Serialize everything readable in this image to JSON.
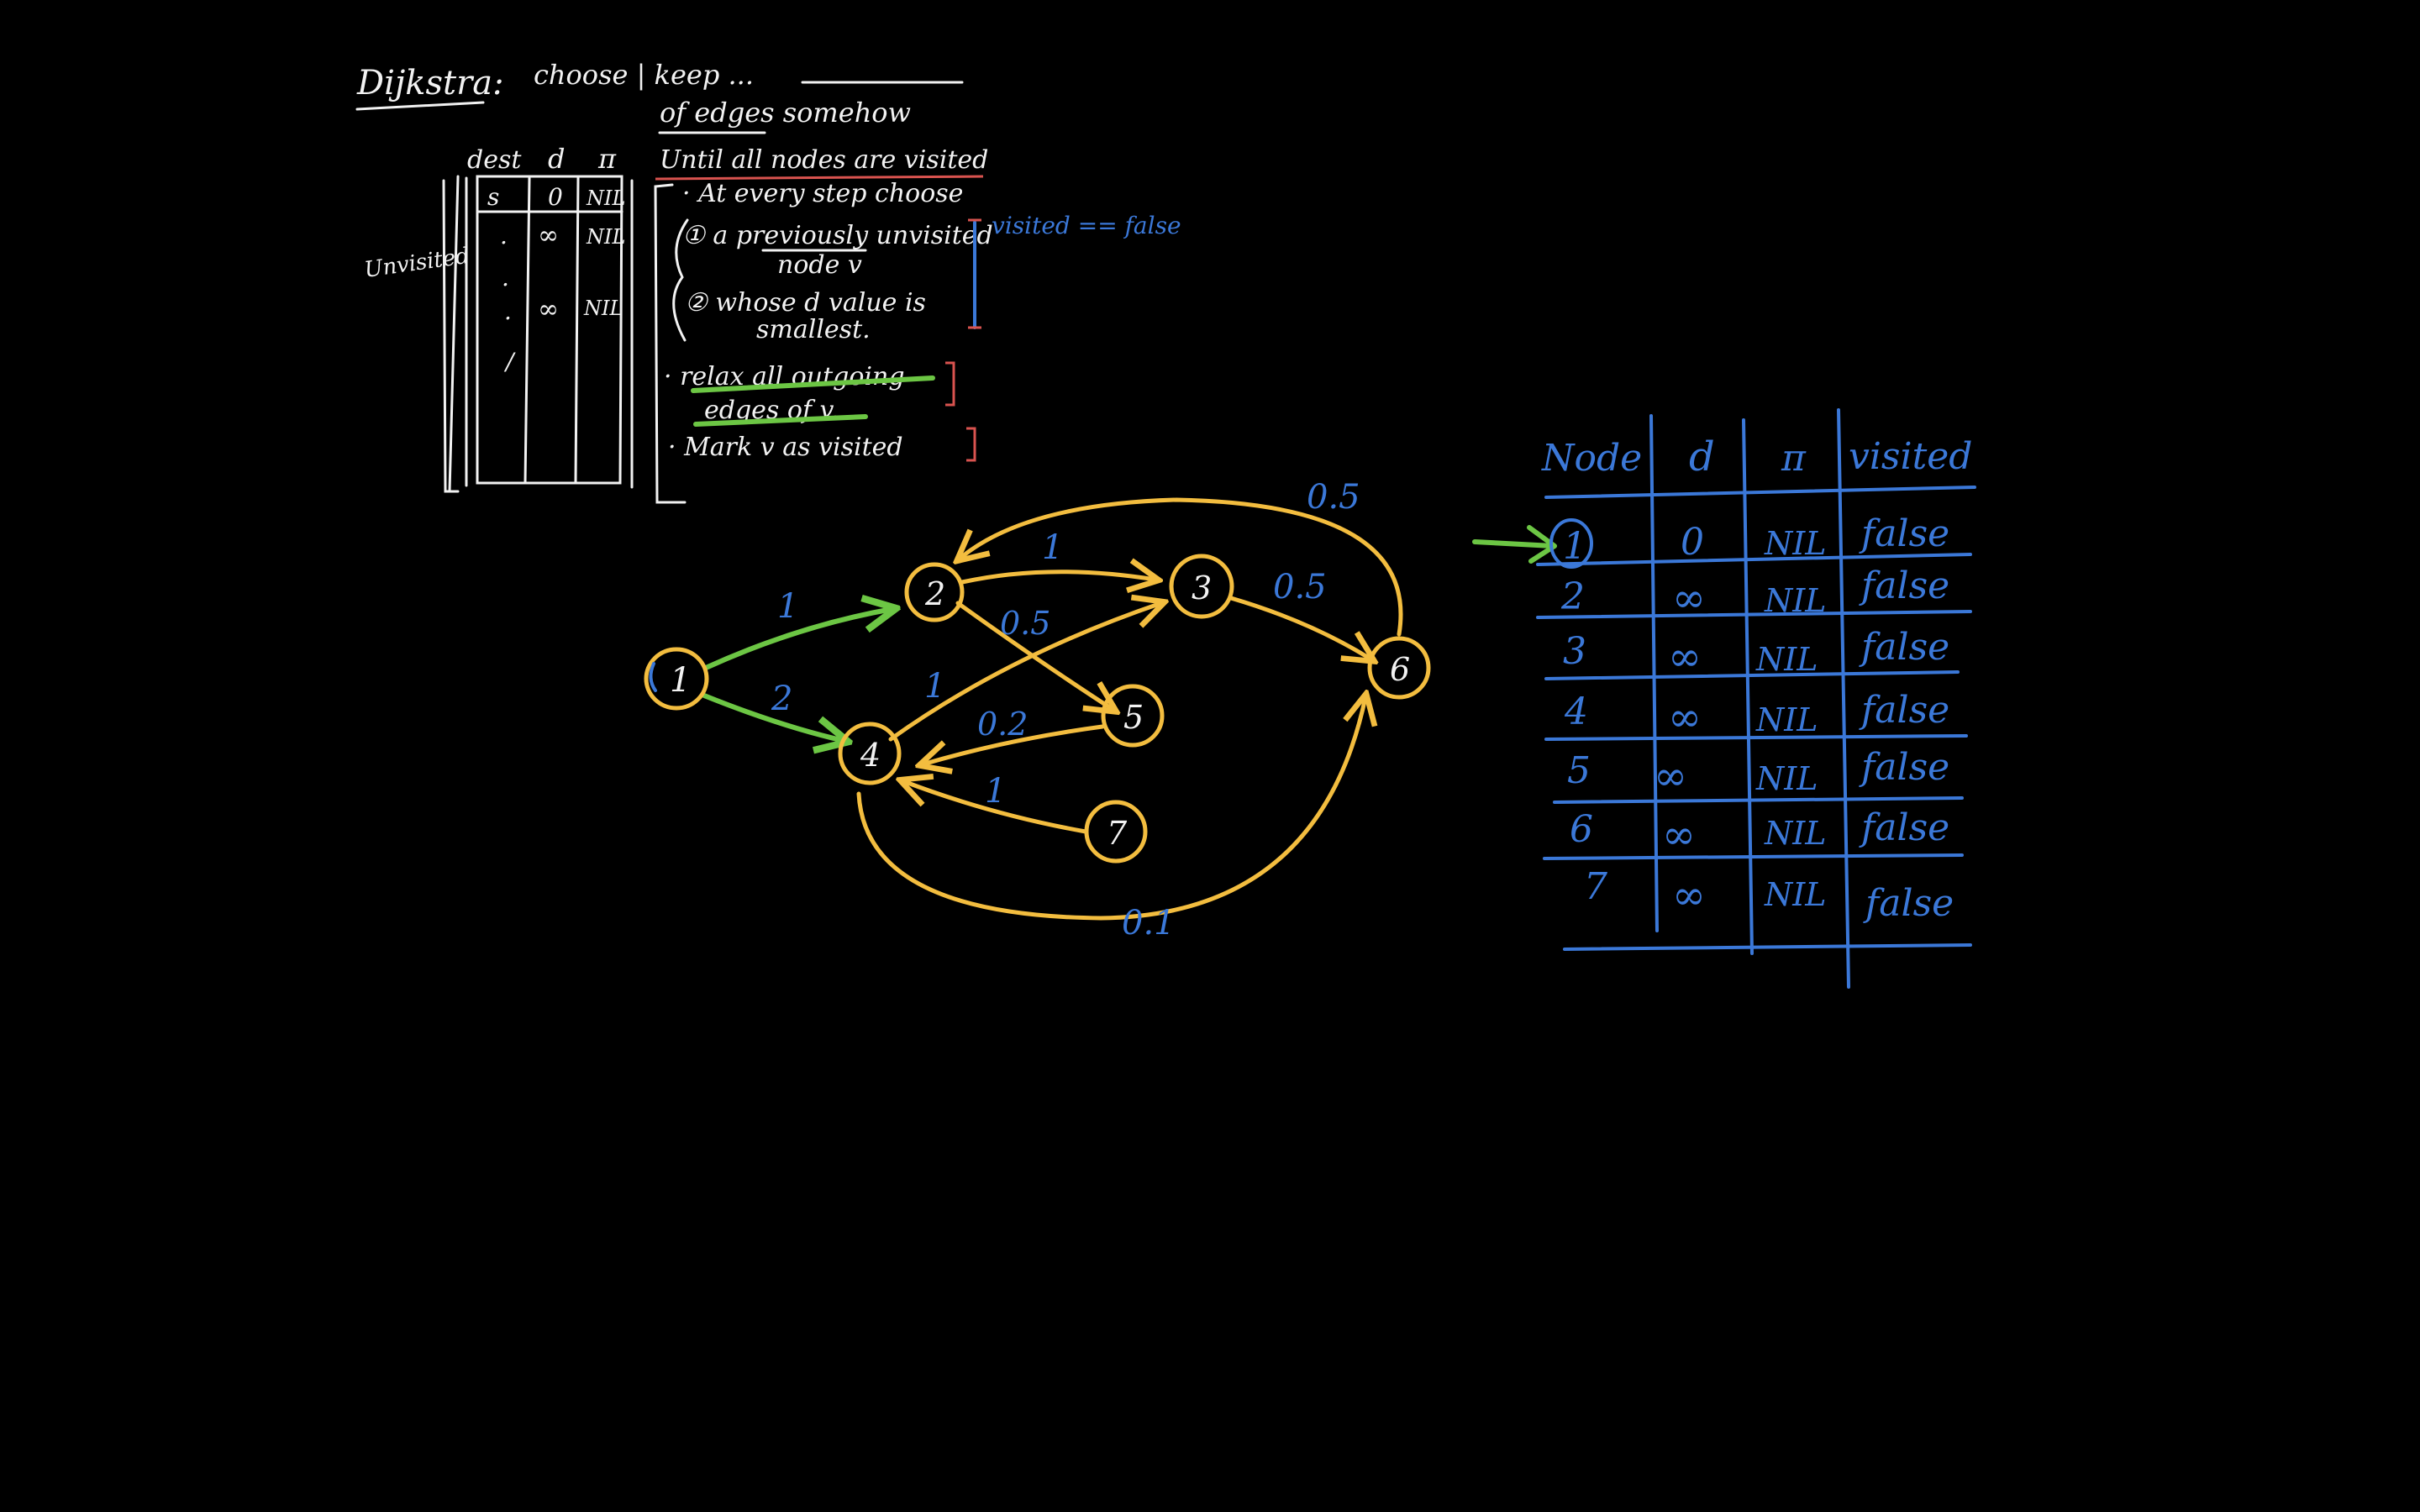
{
  "colors": {
    "background": "#000000",
    "chalk": "#f2f2f2",
    "ink_blue": "#3b78d8",
    "graph_yellow": "#f3bd3f",
    "highlight_green": "#6cc644",
    "marker_red": "#d9534f"
  },
  "notes": {
    "title": "Dijkstra:",
    "top_line1": "choose | keep ...",
    "top_line2": "of edges   somehow",
    "side_label": "Unvisited",
    "mini_table": {
      "headers": [
        "dest",
        "d",
        "π"
      ],
      "rows": [
        [
          "s",
          "0",
          "NIL"
        ],
        [
          ".",
          "∞",
          "NIL"
        ],
        [
          ".",
          "",
          ""
        ],
        [
          ".",
          "∞",
          "NIL"
        ],
        [
          "/",
          "",
          ""
        ]
      ]
    },
    "algo": {
      "loop": "Until all nodes are visited",
      "step_intro": "· At every step choose",
      "cond1_a": "① a previously unvisited",
      "cond1_b": "node v",
      "cond2_a": "② whose d value is",
      "cond2_b": "smallest.",
      "relax_a": "· relax all outgoing",
      "relax_b": "edges of v.",
      "mark": "· Mark v as visited",
      "visited_note": "visited == false"
    }
  },
  "graph": {
    "nodes": [
      "1",
      "2",
      "3",
      "4",
      "5",
      "6",
      "7"
    ],
    "edge_weights": {
      "e12": "1",
      "e14": "2",
      "e23": "1",
      "e25": "0.5",
      "e43": "1",
      "e54": "0.2",
      "e74": "1",
      "e36": "0.5",
      "e62": "0.5",
      "e46": "0.1"
    }
  },
  "table": {
    "headers": [
      "Node",
      "d",
      "π",
      "visited"
    ],
    "rows": [
      {
        "node": "1",
        "d": "0",
        "pi": "NIL",
        "visited": "false"
      },
      {
        "node": "2",
        "d": "∞",
        "pi": "NIL",
        "visited": "false"
      },
      {
        "node": "3",
        "d": "∞",
        "pi": "NIL",
        "visited": "false"
      },
      {
        "node": "4",
        "d": "∞",
        "pi": "NIL",
        "visited": "false"
      },
      {
        "node": "5",
        "d": "∞",
        "pi": "NIL",
        "visited": "false"
      },
      {
        "node": "6",
        "d": "∞",
        "pi": "NIL",
        "visited": "false"
      },
      {
        "node": "7",
        "d": "∞",
        "pi": "NIL",
        "visited": "false"
      }
    ]
  }
}
